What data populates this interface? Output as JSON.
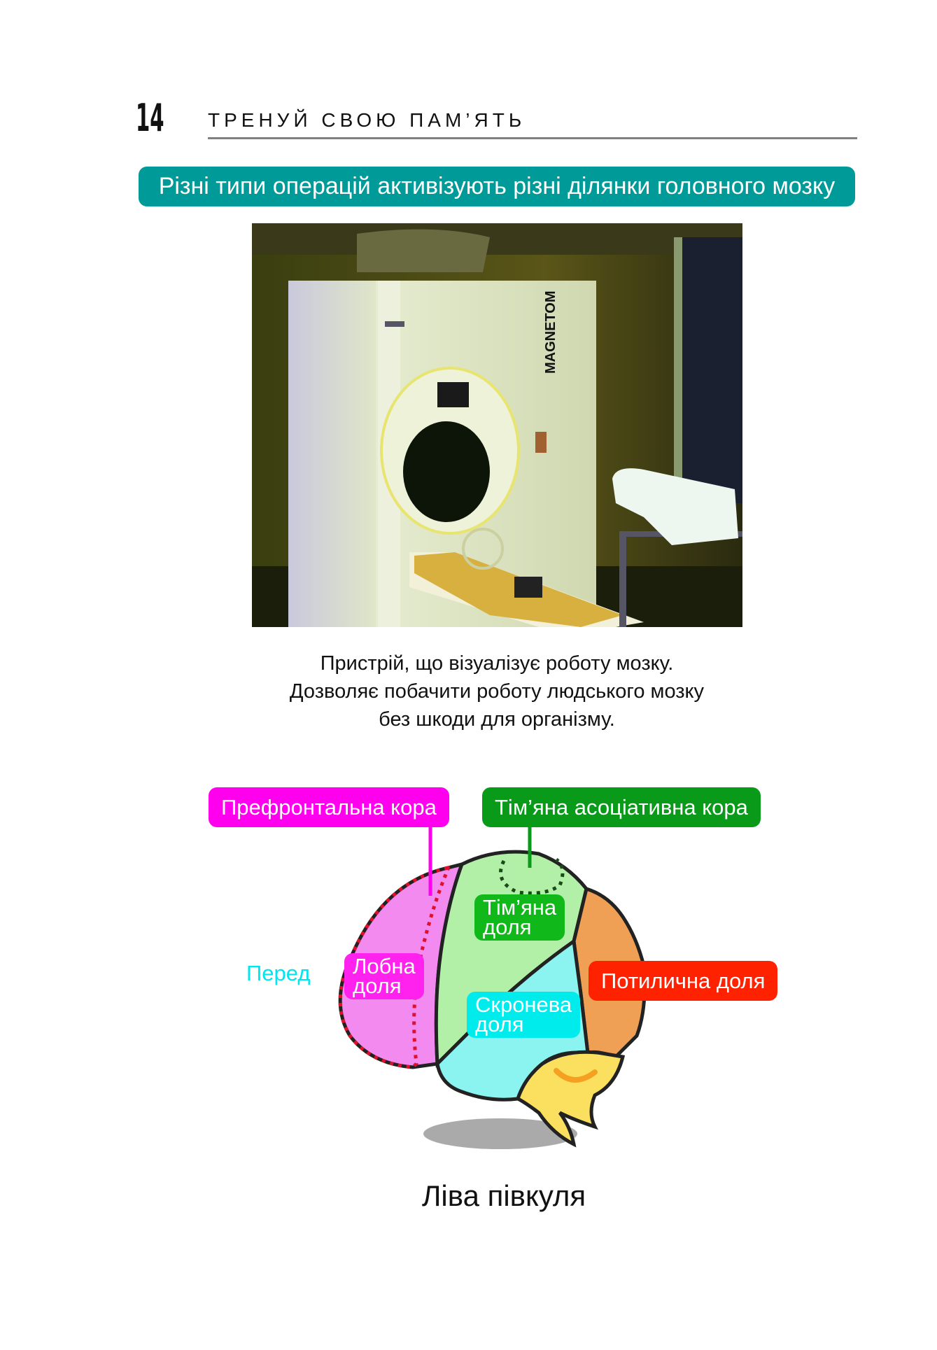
{
  "header": {
    "page_number": "14",
    "running_title": "ТРЕНУЙ СВОЮ ПАМ’ЯТЬ"
  },
  "banner": {
    "text": "Різні типи операцій активізують різні ділянки головного мозку"
  },
  "photo": {
    "device_label": "MAGNETOM"
  },
  "caption": {
    "lines": [
      "Пристрій, що візуалізує роботу мозку.",
      "Дозволяє побачити роботу людського мозку",
      "без шкоди для організму."
    ]
  },
  "diagram": {
    "labels": {
      "prefrontal": "Префронтальна кора",
      "parietal_assoc": "Тім’яна асоціативна кора",
      "parietal_lobe": [
        "Тім’яна",
        "доля"
      ],
      "frontal_lobe": [
        "Лобна",
        "доля"
      ],
      "temporal_lobe": [
        "Скронева",
        "доля"
      ],
      "occipital_lobe": "Потилична доля",
      "front": "Перед",
      "title": "Ліва півкуля"
    },
    "colors": {
      "prefrontal": "#ff00ee",
      "parietal_assoc": "#0a9a1a",
      "parietal_lobe": "#10b81a",
      "frontal_lobe": "#ff22ee",
      "temporal_lobe": "#00ecec",
      "occipital_lobe": "#ff2200",
      "front": "#00e5ee"
    }
  }
}
